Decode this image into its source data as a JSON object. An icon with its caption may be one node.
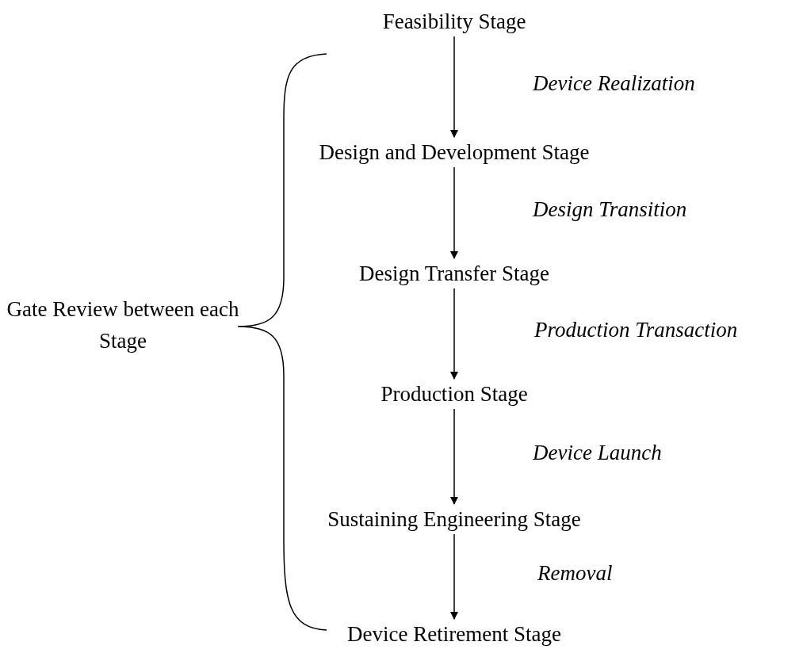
{
  "diagram": {
    "nodes": [
      {
        "text": [
          "Feasibility Stage"
        ]
      },
      {
        "text": [
          "Design and Development Stage"
        ]
      },
      {
        "text": [
          "Design Transfer Stage"
        ]
      },
      {
        "text": [
          "Production Stage"
        ]
      },
      {
        "text": [
          "Sustaining Engineering Stage"
        ]
      },
      {
        "text": [
          "Device Retirement Stage"
        ]
      }
    ],
    "edges": [
      {
        "from": 0,
        "to": 1,
        "arrow": "to",
        "label": "Device Realization"
      },
      {
        "from": 1,
        "to": 2,
        "arrow": "to",
        "label": "Design Transition"
      },
      {
        "from": 2,
        "to": 3,
        "arrow": "to",
        "label": "Production Transaction"
      },
      {
        "from": 3,
        "to": 4,
        "arrow": "to",
        "label": "Device Launch"
      },
      {
        "from": 4,
        "to": 5,
        "arrow": "to",
        "label": "Removal"
      }
    ],
    "labels": [
      "Gate Review between each Stage"
    ]
  }
}
